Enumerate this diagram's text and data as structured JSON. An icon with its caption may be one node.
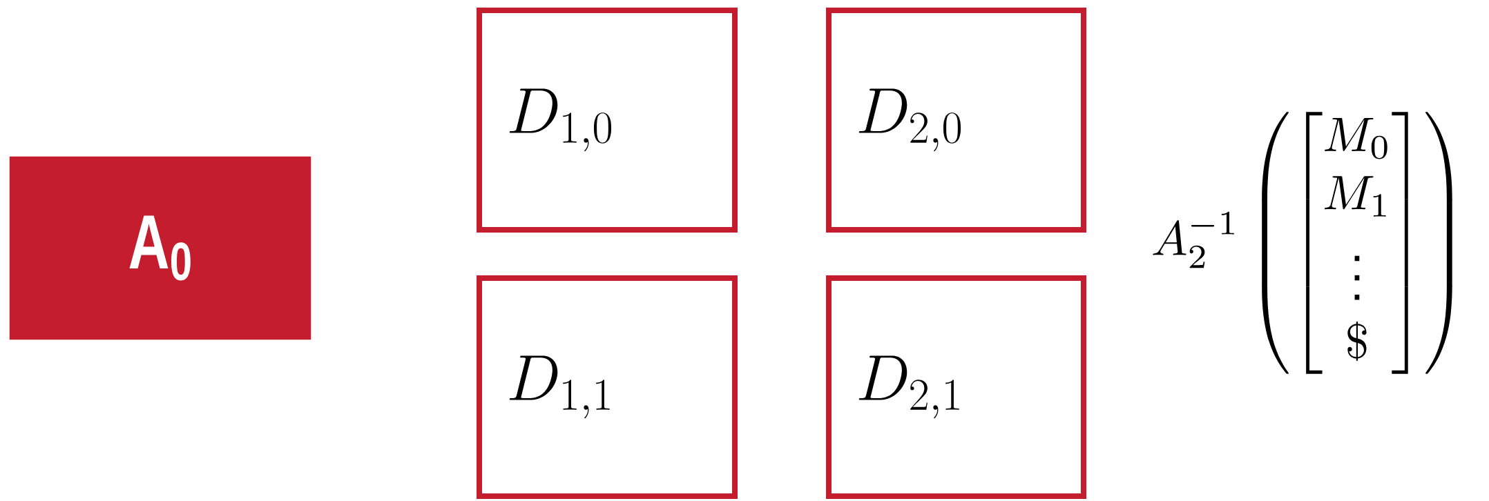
{
  "diagram": {
    "nodes": [
      {
        "text": [
          "A$_{0}$"
        ]
      },
      {
        "text": [
          "D_{1,0}"
        ]
      },
      {
        "text": [
          "D_{2,0}"
        ]
      },
      {
        "text": [
          "D_{1,1}"
        ]
      },
      {
        "text": [
          "D_{2,1}"
        ]
      }
    ],
    "labels": [
      "A_2^{-1}\\left(\\begin{bmatrix}M_0\\\\M_1\\\\\\vdots\\\\\\$\\end{bmatrix}\\right)"
    ]
  }
}
